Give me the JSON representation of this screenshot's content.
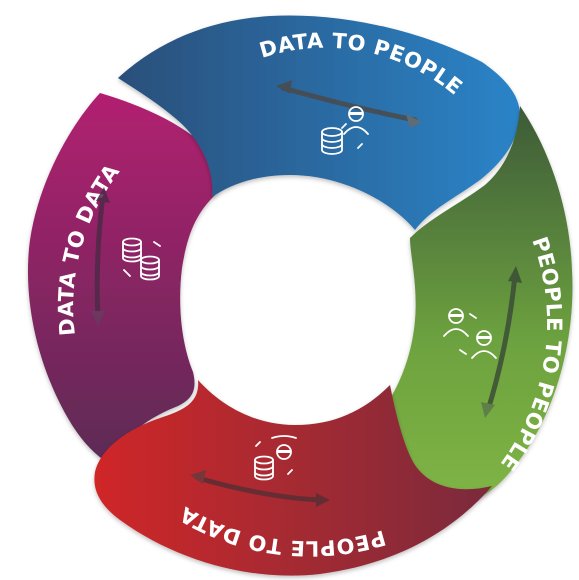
{
  "diagram": {
    "segments": [
      {
        "id": "data-to-people",
        "label": "DATA TO PEOPLE",
        "color_start": "#2b5c8a",
        "color_end": "#2a7fc4",
        "icon": "database-to-person-icon"
      },
      {
        "id": "people-to-people",
        "label": "PEOPLE TO PEOPLE",
        "color_start": "#3f6e3c",
        "color_end": "#7bb042",
        "icon": "person-to-person-icon"
      },
      {
        "id": "people-to-data",
        "label": "PEOPLE TO DATA",
        "color_start": "#8a2a3a",
        "color_end": "#cf2a2a",
        "icon": "person-to-database-icon"
      },
      {
        "id": "data-to-data",
        "label": "DATA TO DATA",
        "color_start": "#6a2a5a",
        "color_end": "#b0206e",
        "icon": "database-to-database-icon"
      }
    ]
  }
}
